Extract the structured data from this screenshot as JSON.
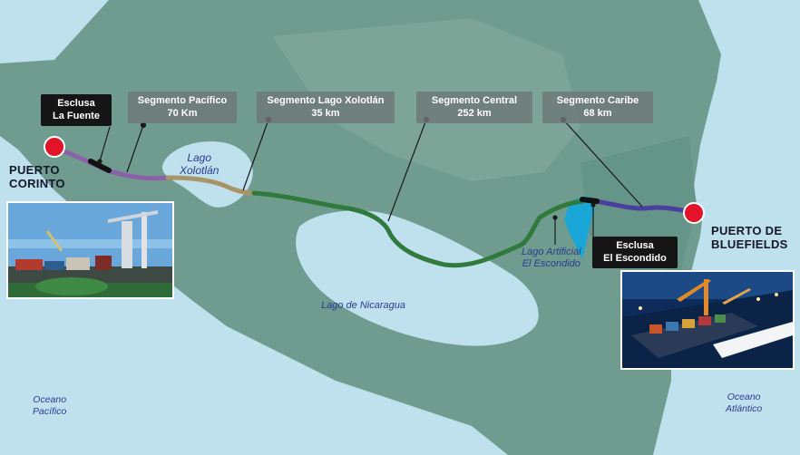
{
  "segments": [
    {
      "name": "Segmento Pacífico",
      "length": "70 Km"
    },
    {
      "name": "Segmento Lago Xolotlán",
      "length": "35 km"
    },
    {
      "name": "Segmento Central",
      "length": "252 km"
    },
    {
      "name": "Segmento Caribe",
      "length": "68 km"
    }
  ],
  "locks": [
    {
      "line1": "Esclusa",
      "line2": "La Fuente"
    },
    {
      "line1": "Esclusa",
      "line2": "El Escondido"
    }
  ],
  "ports": {
    "west": {
      "line1": "PUERTO",
      "line2": "CORINTO"
    },
    "east": {
      "line1": "PUERTO DE",
      "line2": "BLUEFIELDS"
    }
  },
  "water_bodies": {
    "lake_xolotlan": {
      "line1": "Lago",
      "line2": "Xolotlán"
    },
    "lake_nicaragua": "Lago de Nicaragua",
    "artificial_lake": {
      "line1": "Lago Artificial",
      "line2": "El Escondido"
    },
    "pacific": {
      "line1": "Oceano",
      "line2": "Pacífico"
    },
    "atlantic": {
      "line1": "Oceano",
      "line2": "Atlántico"
    }
  },
  "colors": {
    "ocean": "#bfe1ee",
    "land": "#6f9c8f",
    "route_pacific": "#8b62a8",
    "route_lake": "#a89466",
    "route_central": "#2f7a3c",
    "route_caribbean": "#4a3f9c",
    "lock": "#111111",
    "port_marker": "#e3142a"
  }
}
